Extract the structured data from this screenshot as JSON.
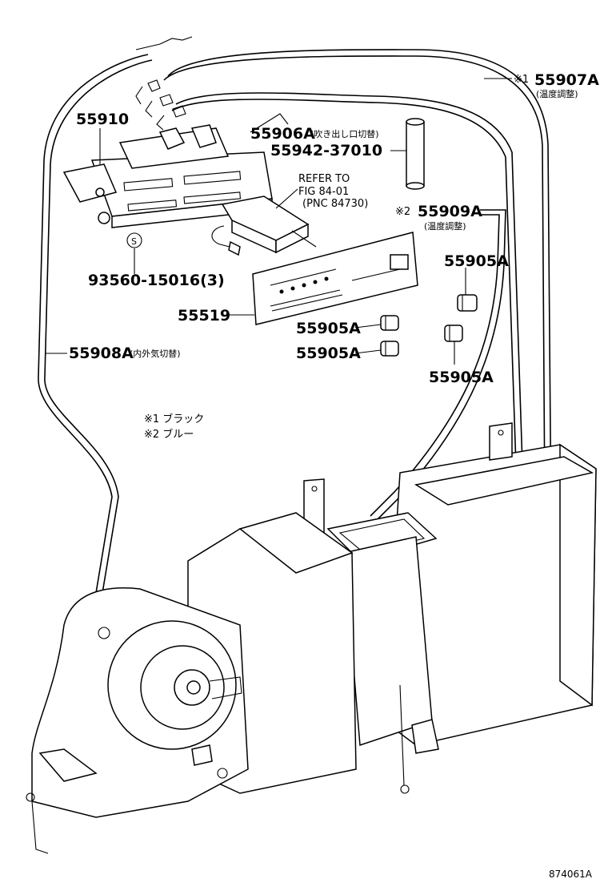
{
  "labels": {
    "p55910": "55910",
    "p55906a": "55906A",
    "p55906a_note": "(吹き出し口切替)",
    "p55907a_mark": "※1",
    "p55907a": "55907A",
    "p55907a_note": "(温度調整)",
    "p55942": "55942-37010",
    "refer_line1": "REFER TO",
    "refer_line2": "FIG 84-01",
    "refer_line3": "(PNC 84730)",
    "p55909a_mark": "※2",
    "p55909a": "55909A",
    "p55909a_note": "(温度調整)",
    "s_mark": "S",
    "p93560": "93560-15016(3)",
    "p55905a_1": "55905A",
    "p55519": "55519",
    "p55905a_2": "55905A",
    "p55905a_3": "55905A",
    "p55905a_4": "55905A",
    "p55908a": "55908A",
    "p55908a_note": "(内外気切替)",
    "legend1": "※1 ブラック",
    "legend2": "※2 ブルー",
    "figure_id": "874061A"
  }
}
